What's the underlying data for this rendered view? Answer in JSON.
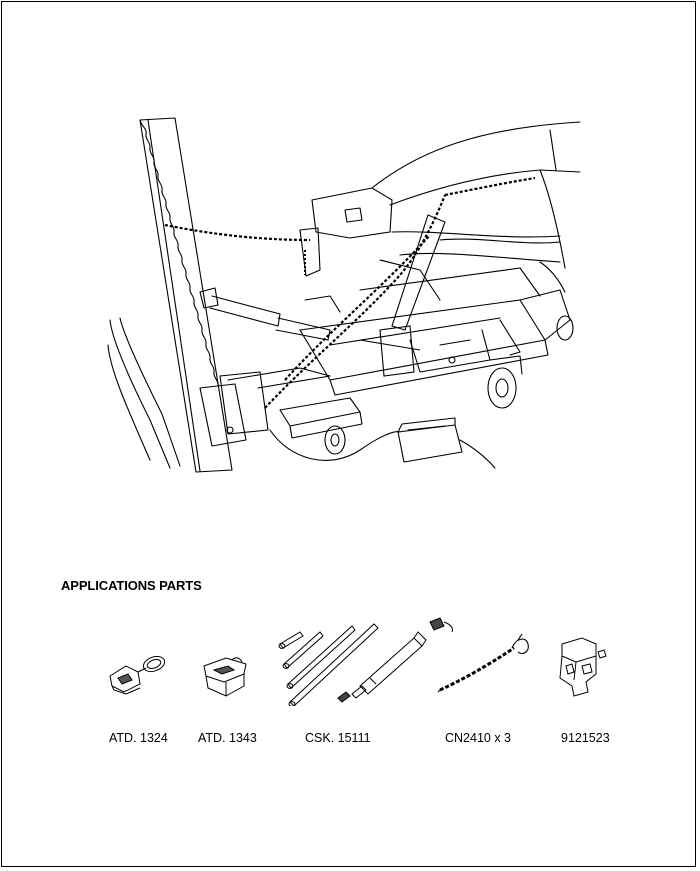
{
  "section": {
    "heading": "APPLICATIONS PARTS"
  },
  "parts": [
    {
      "label": "ATD. 1324"
    },
    {
      "label": "ATD. 1343"
    },
    {
      "label": "CSK. 15111"
    },
    {
      "label": "CN2410 x 3"
    },
    {
      "label": "9121523"
    }
  ],
  "colors": {
    "ink": "#000000",
    "paper": "#ffffff"
  }
}
